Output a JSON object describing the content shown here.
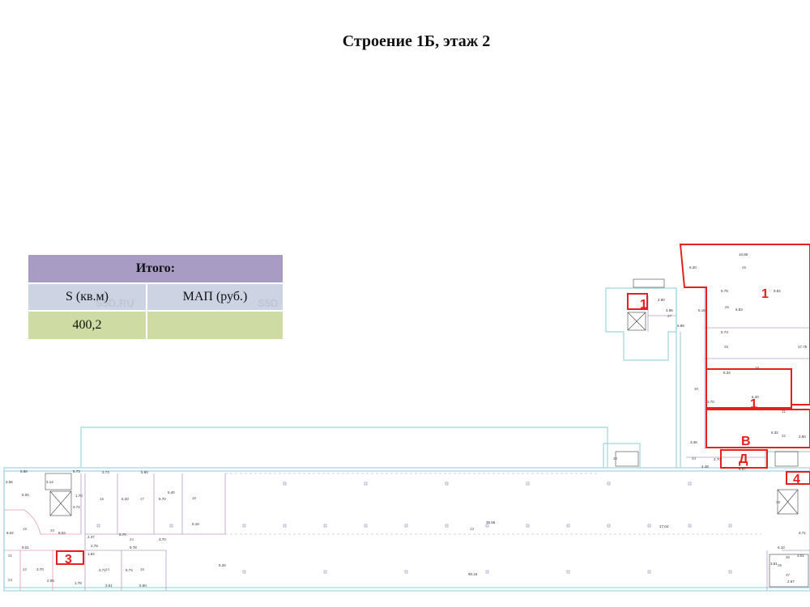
{
  "title": "Строение 1Б, этаж 2",
  "summary": {
    "header": "Итого:",
    "col_area": "S (кв.м)",
    "col_rent": "МАП (руб.)",
    "area_value": "400,2",
    "rent_value": ""
  },
  "watermarks": [
    "S5D.RU",
    "S5D"
  ],
  "plan": {
    "markers": [
      "1",
      "1",
      "1",
      "В",
      "Д",
      "4",
      "3"
    ],
    "dims": [
      "10.90",
      "6.30",
      "5.78",
      "9.84",
      "4.86",
      "2.90",
      "6.16",
      "6.88",
      "5.73",
      "6.83",
      "17.75",
      "6.34",
      "6.30",
      "3.70",
      "6.32",
      "3.36",
      "2.80",
      "4.48",
      "2.70",
      "8.97",
      "5.88",
      "5.73",
      "3.73",
      "5.90",
      "3.14",
      "3.56",
      "6.00",
      "1.70",
      "3.74",
      "6.20",
      "9.70",
      "6.40",
      "6.18",
      "35.56",
      "17.04",
      "2.37",
      "3.70",
      "5.70",
      "9.78",
      "8.02",
      "8.03",
      "9.01",
      "2.79",
      "1.84",
      "3.71",
      "5.74",
      "3.70",
      "9.28",
      "2.05",
      "3.61",
      "5.60",
      "1.78",
      "90.16",
      "6.10",
      "3.61",
      "3.71",
      "2.67",
      "3.01"
    ],
    "rooms": [
      "25",
      "26",
      "27",
      "28",
      "29",
      "30",
      "31",
      "32",
      "33",
      "34",
      "13",
      "16",
      "17",
      "18",
      "19",
      "20",
      "21",
      "22",
      "23",
      "24",
      "14",
      "15",
      "35",
      "36",
      "37",
      "38"
    ],
    "colors": {
      "wall": "#9fd4e0",
      "room": "#b49cc8",
      "mark": "#e8201c",
      "pink": "#e59ab7"
    }
  }
}
